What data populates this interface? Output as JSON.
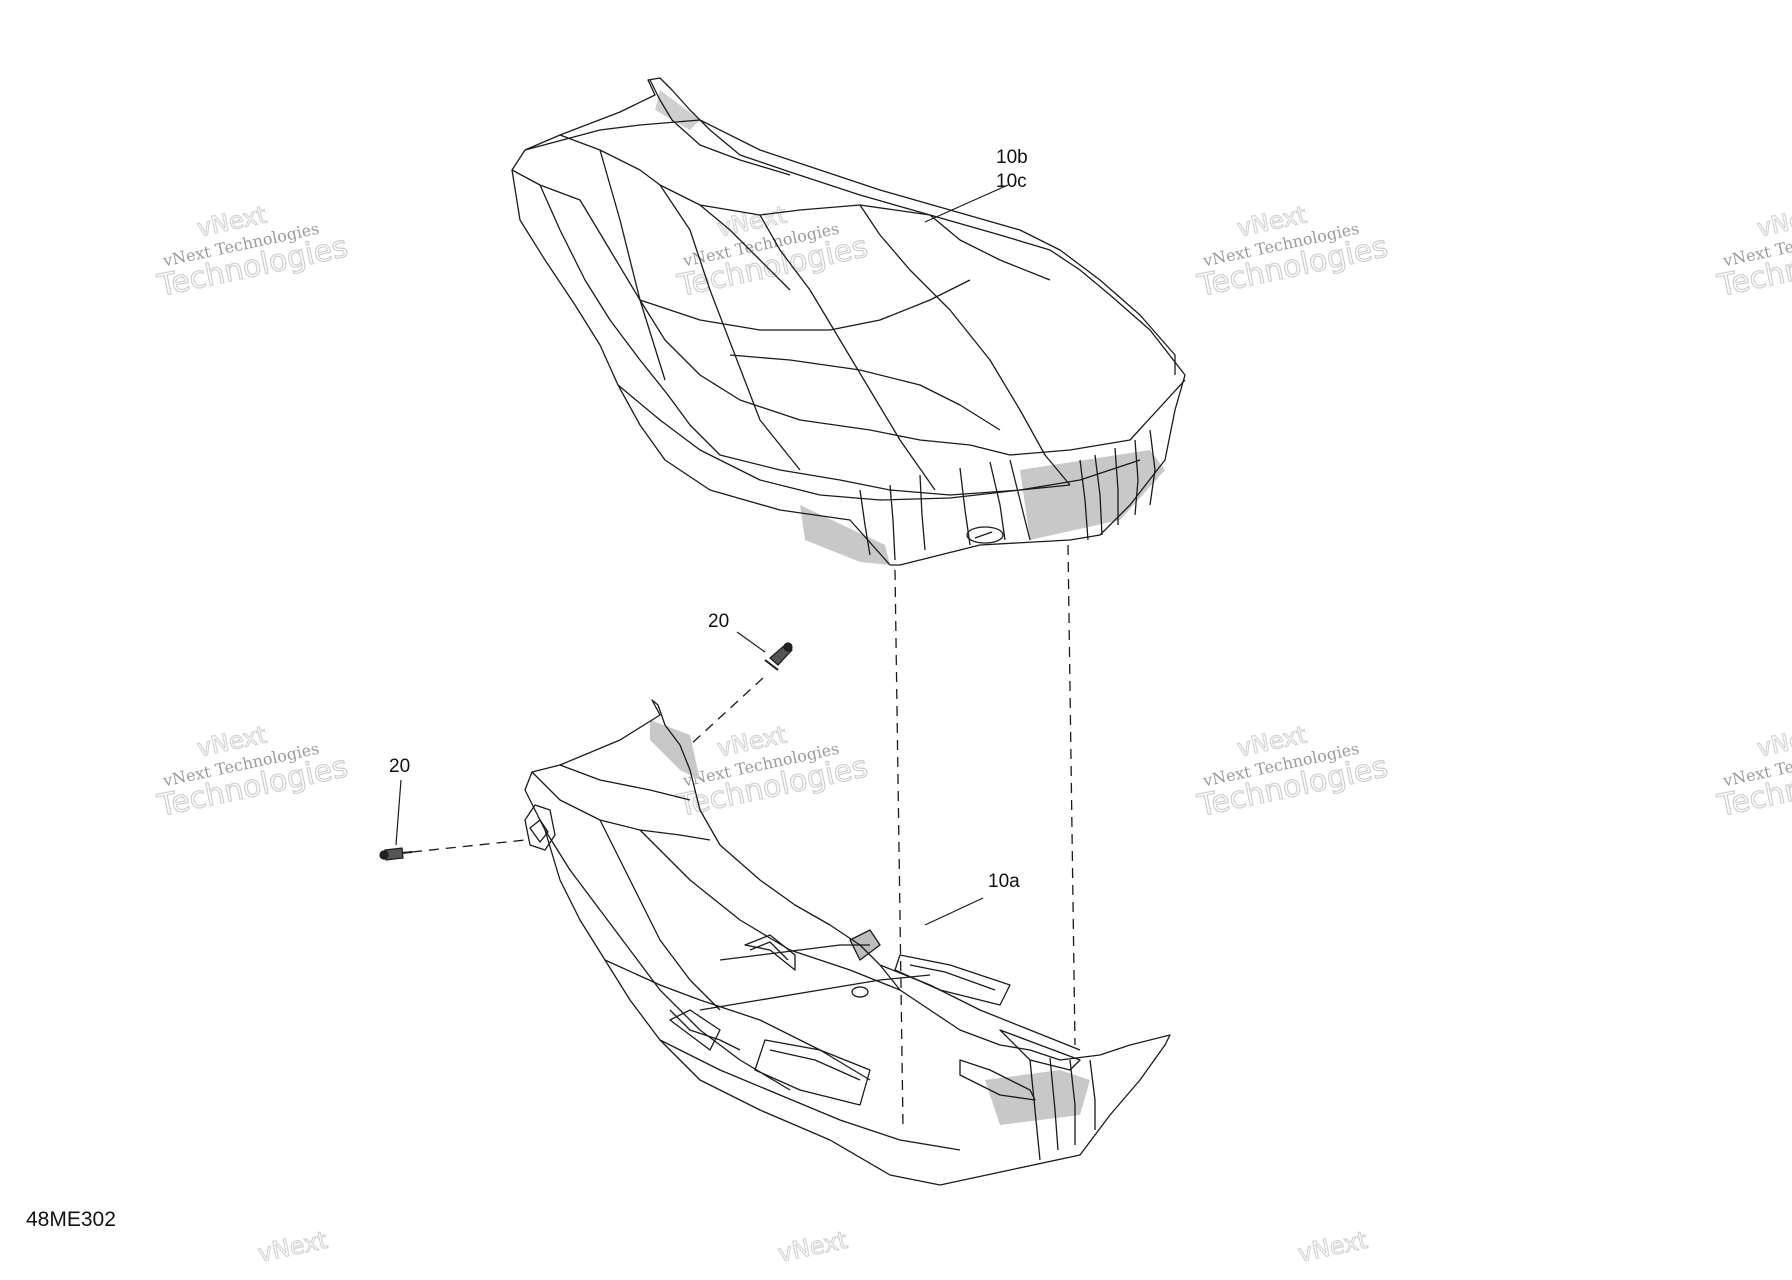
{
  "figure_id": "48ME302",
  "watermark": {
    "line1": "vNext",
    "line2": "vNext Technologies",
    "line3": "Technologies"
  },
  "callouts": {
    "upper_seat_a": "10b",
    "upper_seat_b": "10c",
    "lower_base": "10a",
    "fastener_top": "20",
    "fastener_left": "20"
  }
}
